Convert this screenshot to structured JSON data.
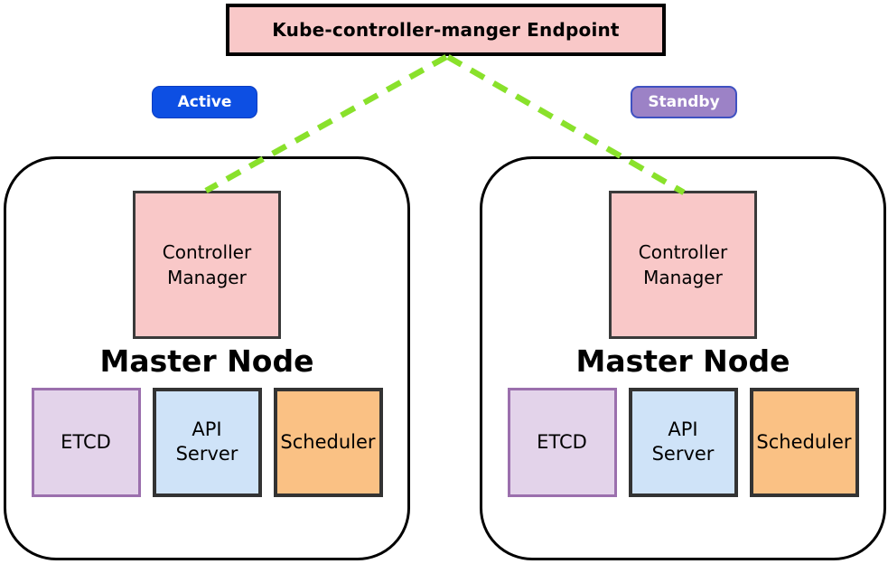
{
  "endpoint": {
    "label": "Kube-controller-manger Endpoint"
  },
  "badges": {
    "active": {
      "label": "Active"
    },
    "standby": {
      "label": "Standby"
    }
  },
  "nodes": [
    {
      "title": "Master Node",
      "controller_manager": "Controller\nManager",
      "components": [
        {
          "label": "ETCD"
        },
        {
          "label": "API\nServer"
        },
        {
          "label": "Scheduler"
        }
      ]
    },
    {
      "title": "Master Node",
      "controller_manager": "Controller\nManager",
      "components": [
        {
          "label": "ETCD"
        },
        {
          "label": "API\nServer"
        },
        {
          "label": "Scheduler"
        }
      ]
    }
  ],
  "colors": {
    "endpoint_fill": "#f9c8c8",
    "endpoint_border": "#000000",
    "controller_fill": "#f9c8c8",
    "controller_border": "#3a3a3a",
    "active_fill": "#0d4fe3",
    "standby_fill": "#9c82c6",
    "standby_border": "#3f51c1",
    "etcd_fill": "#e3d3ea",
    "etcd_border": "#9b6fad",
    "api_server_fill": "#cfe3f8",
    "scheduler_fill": "#fac184",
    "component_border": "#333333",
    "connector_green": "#89e12b",
    "node_border": "#000000"
  }
}
